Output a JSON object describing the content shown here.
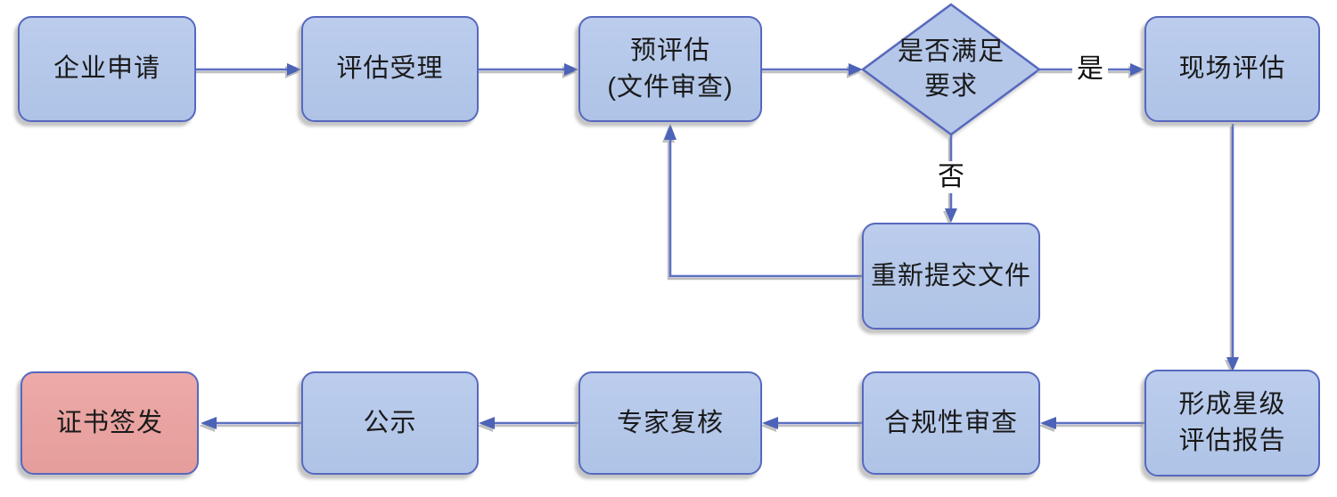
{
  "diagram_title": "star-rating-assessment-flowchart",
  "colors": {
    "background": "#ffffff",
    "process_fill": "#b4c7e9",
    "process_border": "#5768be",
    "final_fill": "#e8a2a0",
    "connector_line": "#5b6fc4",
    "arrowhead": "#4d63b8",
    "shadow": "#c2c2c2",
    "text": "#1a1a1a"
  },
  "nodes": {
    "apply": "企业申请",
    "accept": "评估受理",
    "pre_assessment": "预评估\n(文件审查)",
    "decision": "是否满足\n要求",
    "onsite": "现场评估",
    "resubmit": "重新提交文件",
    "report": "形成星级\n评估报告",
    "compliance": "合规性审查",
    "expert": "专家复核",
    "publicity": "公示",
    "certificate": "证书签发"
  },
  "edge_labels": {
    "yes": "是",
    "no": "否"
  }
}
